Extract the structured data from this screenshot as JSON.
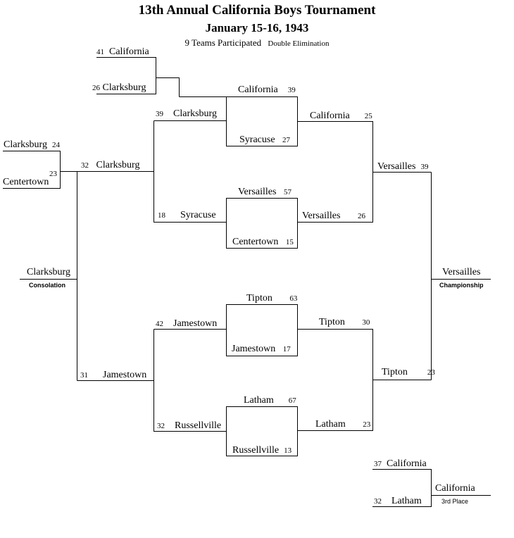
{
  "header": {
    "title": "13th Annual California Boys Tournament",
    "dates": "January 15-16, 1943",
    "teams_note": "9 Teams Participated",
    "format": "Double Elimination"
  },
  "games": {
    "g1": {
      "top": {
        "score": "41",
        "team": "California"
      },
      "bottom": {
        "score": "26",
        "team": "Clarksburg"
      }
    },
    "g2": {
      "top": {
        "team": "California",
        "score": "39"
      },
      "bottom": {
        "team": "Syracuse",
        "score": "27"
      }
    },
    "g3": {
      "top": {
        "team": "Versailles",
        "score": "57"
      },
      "bottom": {
        "team": "Centertown",
        "score": "15"
      }
    },
    "g4": {
      "top": {
        "team": "Tipton",
        "score": "63"
      },
      "bottom": {
        "team": "Jamestown",
        "score": "17"
      }
    },
    "g5": {
      "top": {
        "team": "Latham",
        "score": "67"
      },
      "bottom": {
        "team": "Russellville",
        "score": "13"
      }
    },
    "pre": {
      "top": {
        "team": "Clarksburg",
        "score": "24"
      },
      "bottom": {
        "team": "Centertown",
        "score": "23"
      }
    },
    "left_r1": {
      "top": {
        "score": "39",
        "team": "Clarksburg"
      },
      "bottom": {
        "score": "18",
        "team": "Syracuse"
      }
    },
    "left_r2": {
      "top": {
        "score": "42",
        "team": "Jamestown"
      },
      "bottom": {
        "score": "32",
        "team": "Russellville"
      }
    },
    "left_r3": {
      "top": {
        "score": "32",
        "team": "Clarksburg"
      },
      "bottom": {
        "score": "31",
        "team": "Jamestown"
      }
    },
    "right_r1": {
      "top": {
        "team": "California",
        "score": "25"
      },
      "bottom": {
        "team": "Versailles",
        "score": "26"
      }
    },
    "right_r2": {
      "top": {
        "team": "Tipton",
        "score": "30"
      },
      "bottom": {
        "team": "Latham",
        "score": "23"
      }
    },
    "right_r3": {
      "top": {
        "team": "Versailles",
        "score": "39"
      },
      "bottom": {
        "team": "Tipton",
        "score": "23"
      }
    },
    "third": {
      "top": {
        "score": "37",
        "team": "California"
      },
      "bottom": {
        "score": "32",
        "team": "Latham"
      }
    }
  },
  "results": {
    "consolation": {
      "team": "Clarksburg",
      "label": "Consolation"
    },
    "championship": {
      "team": "Versailles",
      "label": "Championship"
    },
    "third_place": {
      "team": "California",
      "label": "3rd Place"
    }
  }
}
